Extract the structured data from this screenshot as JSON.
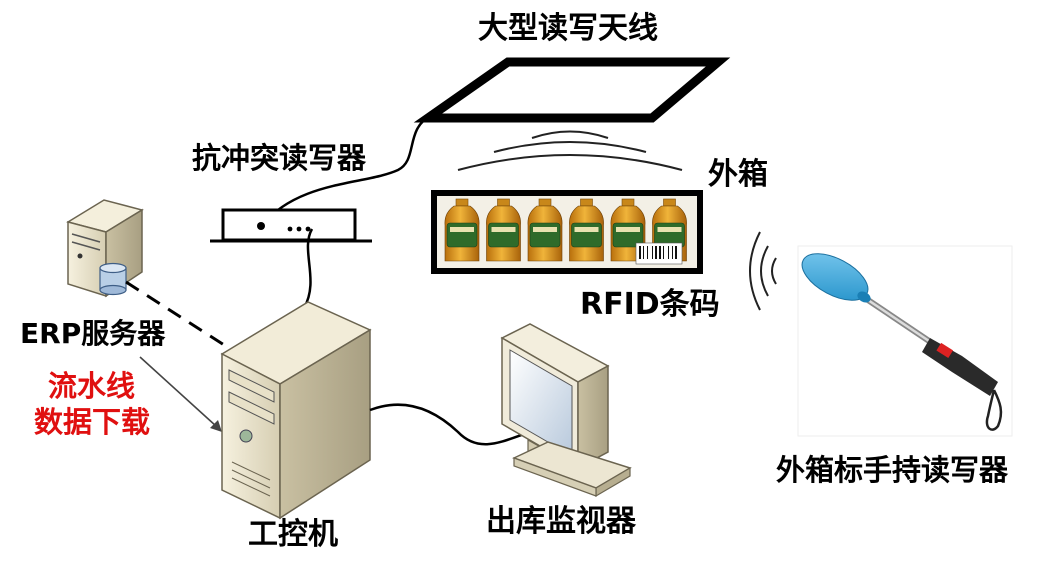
{
  "labels": {
    "antenna": "大型读写天线",
    "reader": "抗冲突读写器",
    "outer_box": "外箱",
    "erp_server": "ERP服务器",
    "download_line1": "流水线",
    "download_line2": "数据下载",
    "rfid_barcode": "RFID条码",
    "handheld": "外箱标手持读写器",
    "ipc": "工控机",
    "monitor": "出库监视器"
  },
  "colors": {
    "label": "#000000",
    "highlight": "#e01010",
    "honey": "#e5a020",
    "bottle_label": "#2f6b2a",
    "scanner_head": "#3aa6dc"
  },
  "bottles": {
    "count": 6
  }
}
